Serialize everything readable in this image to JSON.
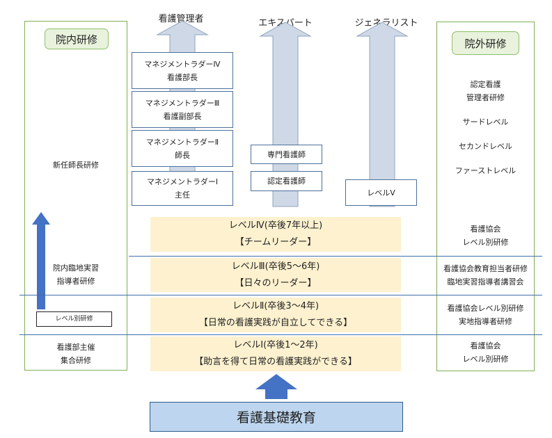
{
  "columns": {
    "management": "看護管理者",
    "expert": "エキスパート",
    "generalist": "ジェネラリスト"
  },
  "internal": {
    "title": "院内研修",
    "items": [
      "新任師長研修",
      "院内臨地実習\n指導者研修",
      "看護部主催\n集合研修"
    ],
    "level_training": "レベル別研修"
  },
  "external": {
    "title": "院外研修",
    "certified_admin": "認定看護\n管理者研修",
    "third": "サードレベル",
    "second": "セカンドレベル",
    "first": "ファーストレベル",
    "rows": [
      "看護協会\nレベル別研修",
      "看護協会教育担当者研修\n臨地実習指導者講習会",
      "看護協会レベル別研修\n実地指導者研修",
      "看護協会\nレベル別研修"
    ]
  },
  "management_ladder": [
    "マネジメントラダーⅣ\n看護部長",
    "マネジメントラダーⅢ\n看護副部長",
    "マネジメントラダーⅡ\n師長",
    "マネジメントラダーⅠ\n主任"
  ],
  "expert_boxes": [
    "専門看護師",
    "認定看護師"
  ],
  "generalist_box": "レベルⅤ",
  "levels": [
    {
      "name": "レベルⅣ(卒後7年以上)",
      "role": "【チームリーダー】"
    },
    {
      "name": "レベルⅢ(卒後5～6年)",
      "role": "【日々のリーダー】"
    },
    {
      "name": "レベルⅡ(卒後3～4年)",
      "role": "【日常の看護実践が自立してできる】"
    },
    {
      "name": "レベルⅠ(卒後1～2年)",
      "role": "【助言を得て日常の看護実践ができる】"
    }
  ],
  "foundation": "看護基礎教育",
  "colors": {
    "panel_border": "#7fae55",
    "arrow_fill": "#cfd8e6",
    "level_fill": "#fdf1cf",
    "base_fill": "#bdd5ee",
    "blue_arrow": "#4472c4"
  }
}
